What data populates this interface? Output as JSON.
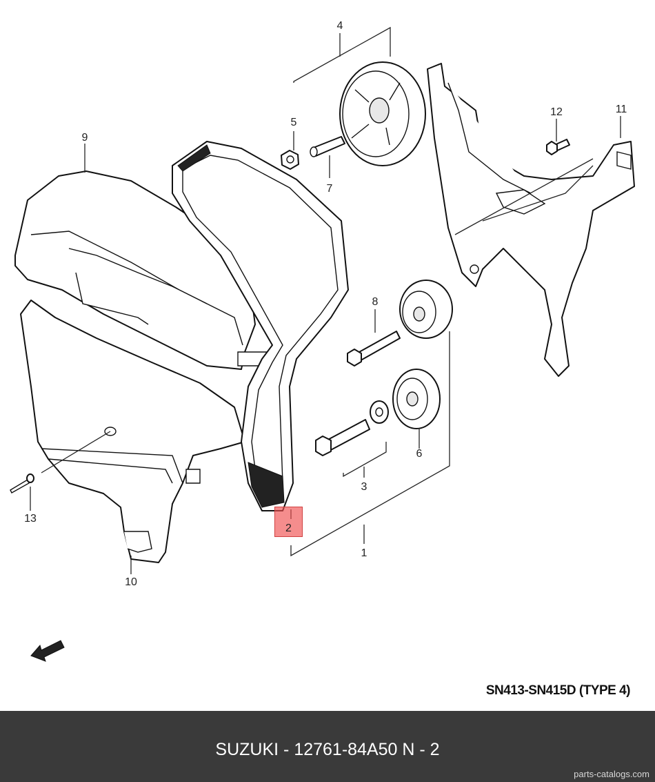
{
  "diagram": {
    "callouts": [
      "1",
      "2",
      "3",
      "4",
      "5",
      "6",
      "7",
      "8",
      "9",
      "10",
      "11",
      "12",
      "13"
    ],
    "highlighted_callout": "2",
    "code": "SN413-SN415D (TYPE 4)"
  },
  "footer": {
    "title": "SUZUKI - 12761-84A50   N - 2",
    "site": "parts-catalogs.com",
    "background": "#3a3a3a"
  },
  "colors": {
    "highlight": "#f06060"
  }
}
